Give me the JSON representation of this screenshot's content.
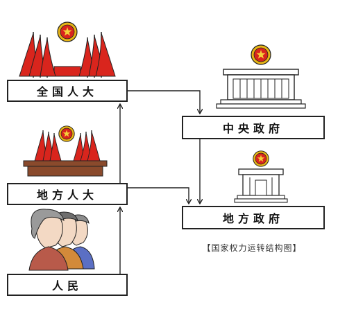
{
  "nodes": {
    "npc": "全国人大",
    "local_congress": "地方人大",
    "people": "人民",
    "central_government": "中央政府",
    "local_government": "地方政府"
  },
  "caption": "【国家权力运转结构图】",
  "colors": {
    "flag_red": "#d9251d",
    "emblem_gold": "#e8b515",
    "podium_brown": "#8a4a2c",
    "outline": "#222222"
  }
}
